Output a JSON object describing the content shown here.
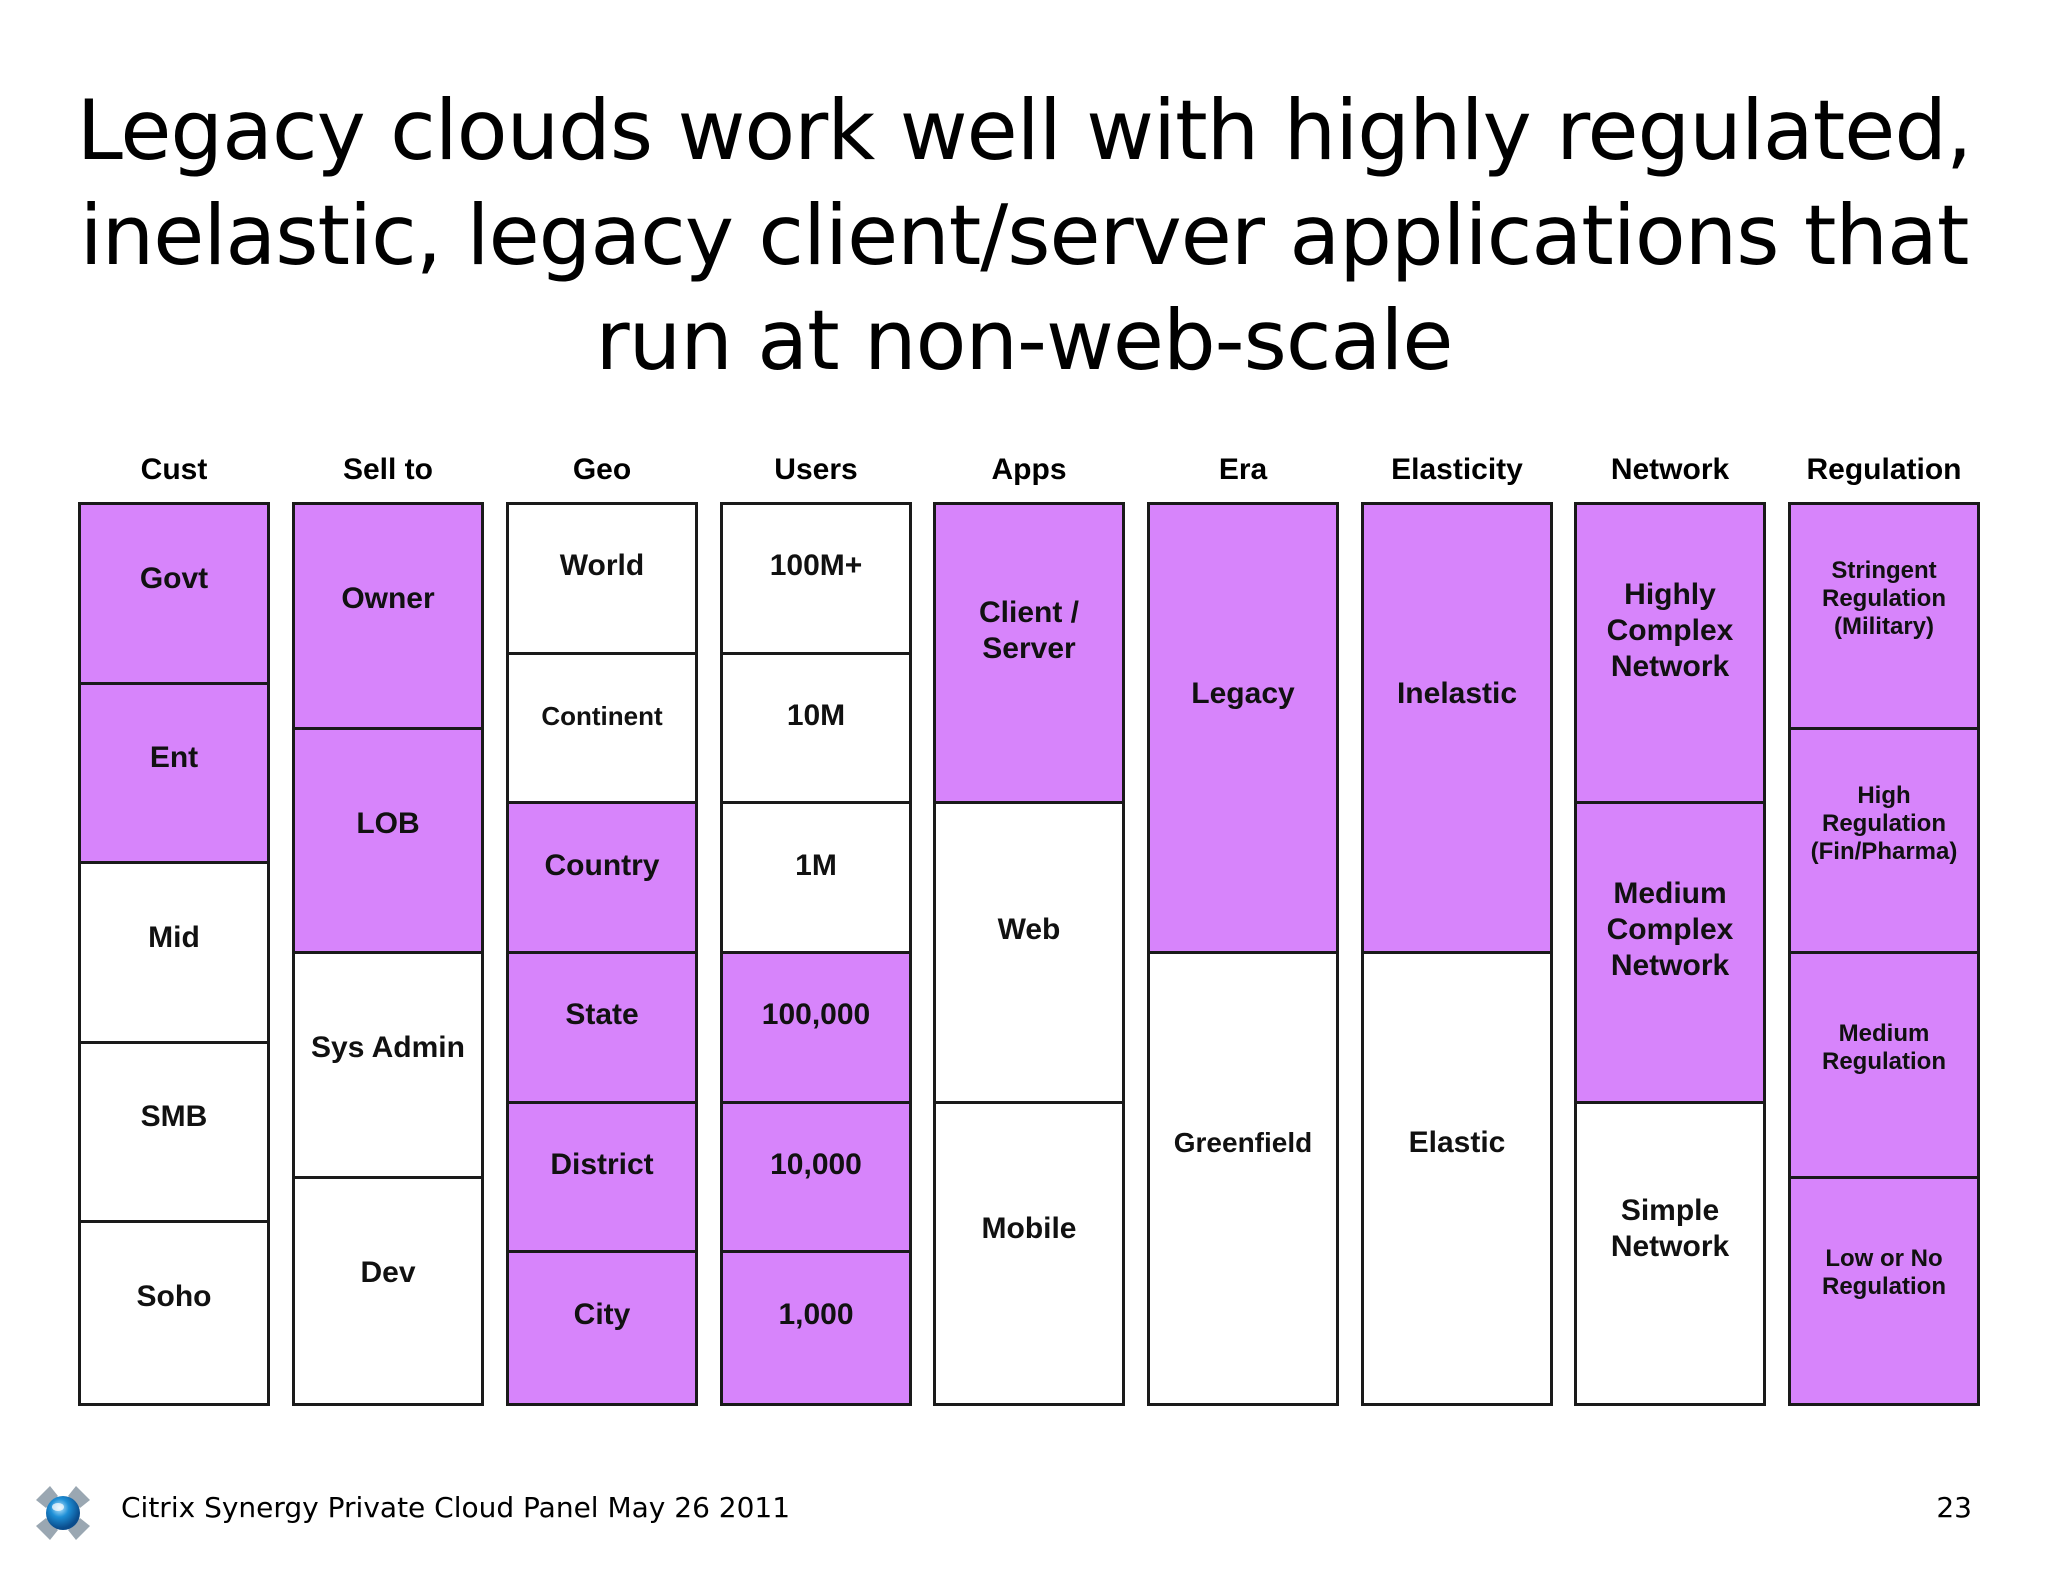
{
  "title_lines": [
    "Legacy clouds work well with highly regulated,",
    "inelastic, legacy client/server applications that",
    "run at non-web-scale"
  ],
  "highlight_color": "#d784fb",
  "columns": [
    {
      "header": "Cust",
      "cells": [
        {
          "label": "Govt",
          "highlighted": true
        },
        {
          "label": "Ent",
          "highlighted": true
        },
        {
          "label": "Mid",
          "highlighted": false
        },
        {
          "label": "SMB",
          "highlighted": false
        },
        {
          "label": "Soho",
          "highlighted": false
        }
      ]
    },
    {
      "header": "Sell to",
      "cells": [
        {
          "label": "Owner",
          "highlighted": true
        },
        {
          "label": "LOB",
          "highlighted": true
        },
        {
          "label": "Sys Admin",
          "highlighted": false
        },
        {
          "label": "Dev",
          "highlighted": false
        }
      ]
    },
    {
      "header": "Geo",
      "cells": [
        {
          "label": "World",
          "highlighted": false
        },
        {
          "label": "Continent",
          "highlighted": false
        },
        {
          "label": "Country",
          "highlighted": true
        },
        {
          "label": "State",
          "highlighted": true
        },
        {
          "label": "District",
          "highlighted": true
        },
        {
          "label": "City",
          "highlighted": true
        }
      ]
    },
    {
      "header": "Users",
      "cells": [
        {
          "label": "100M+",
          "highlighted": false
        },
        {
          "label": "10M",
          "highlighted": false
        },
        {
          "label": "1M",
          "highlighted": false
        },
        {
          "label": "100,000",
          "highlighted": true
        },
        {
          "label": "10,000",
          "highlighted": true
        },
        {
          "label": "1,000",
          "highlighted": true
        }
      ]
    },
    {
      "header": "Apps",
      "cells": [
        {
          "label": "Client /\nServer",
          "highlighted": true
        },
        {
          "label": "Web",
          "highlighted": false
        },
        {
          "label": "Mobile",
          "highlighted": false
        }
      ]
    },
    {
      "header": "Era",
      "cells": [
        {
          "label": "Legacy",
          "highlighted": true
        },
        {
          "label": "Greenfield",
          "highlighted": false
        }
      ]
    },
    {
      "header": "Elasticity",
      "cells": [
        {
          "label": "Inelastic",
          "highlighted": true
        },
        {
          "label": "Elastic",
          "highlighted": false
        }
      ]
    },
    {
      "header": "Network",
      "cells": [
        {
          "label": "Highly\nComplex\nNetwork",
          "highlighted": true
        },
        {
          "label": "Medium\nComplex\nNetwork",
          "highlighted": true
        },
        {
          "label": "Simple\nNetwork",
          "highlighted": false
        }
      ]
    },
    {
      "header": "Regulation",
      "cells": [
        {
          "label": "Stringent\nRegulation\n(Military)",
          "highlighted": true
        },
        {
          "label": "High\nRegulation\n(Fin/Pharma)",
          "highlighted": true
        },
        {
          "label": "Medium\nRegulation",
          "highlighted": true
        },
        {
          "label": "Low or No\nRegulation",
          "highlighted": true
        }
      ]
    }
  ],
  "footer": {
    "logo_icon": "citrix-synergy-logo-icon",
    "text": "Citrix Synergy Private Cloud Panel May 26 2011",
    "page_number": "23"
  }
}
